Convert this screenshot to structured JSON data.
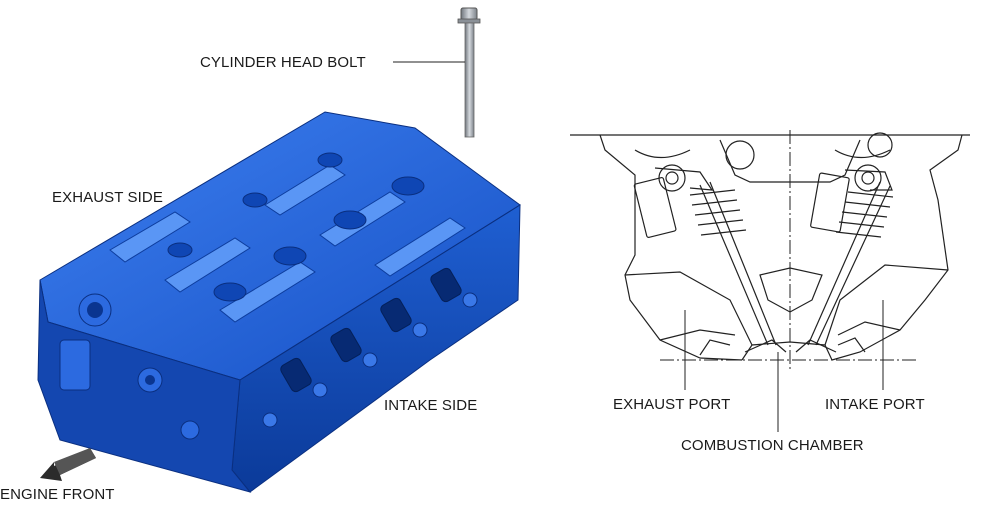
{
  "labels": {
    "cylinder_head_bolt": "CYLINDER HEAD BOLT",
    "exhaust_side": "EXHAUST SIDE",
    "intake_side": "INTAKE SIDE",
    "engine_front": "ENGINE FRONT",
    "exhaust_port": "EXHAUST PORT",
    "intake_port": "INTAKE PORT",
    "combustion_chamber": "COMBUSTION CHAMBER"
  },
  "colors": {
    "head_blue": "#1f63d6",
    "head_blue_dark": "#0d3d9e",
    "head_blue_light": "#4c8cf0",
    "bolt_gray": "#9aa0a6",
    "line": "#222222"
  },
  "icons": {
    "engine_front_arrow": "arrow-left-down-icon"
  }
}
